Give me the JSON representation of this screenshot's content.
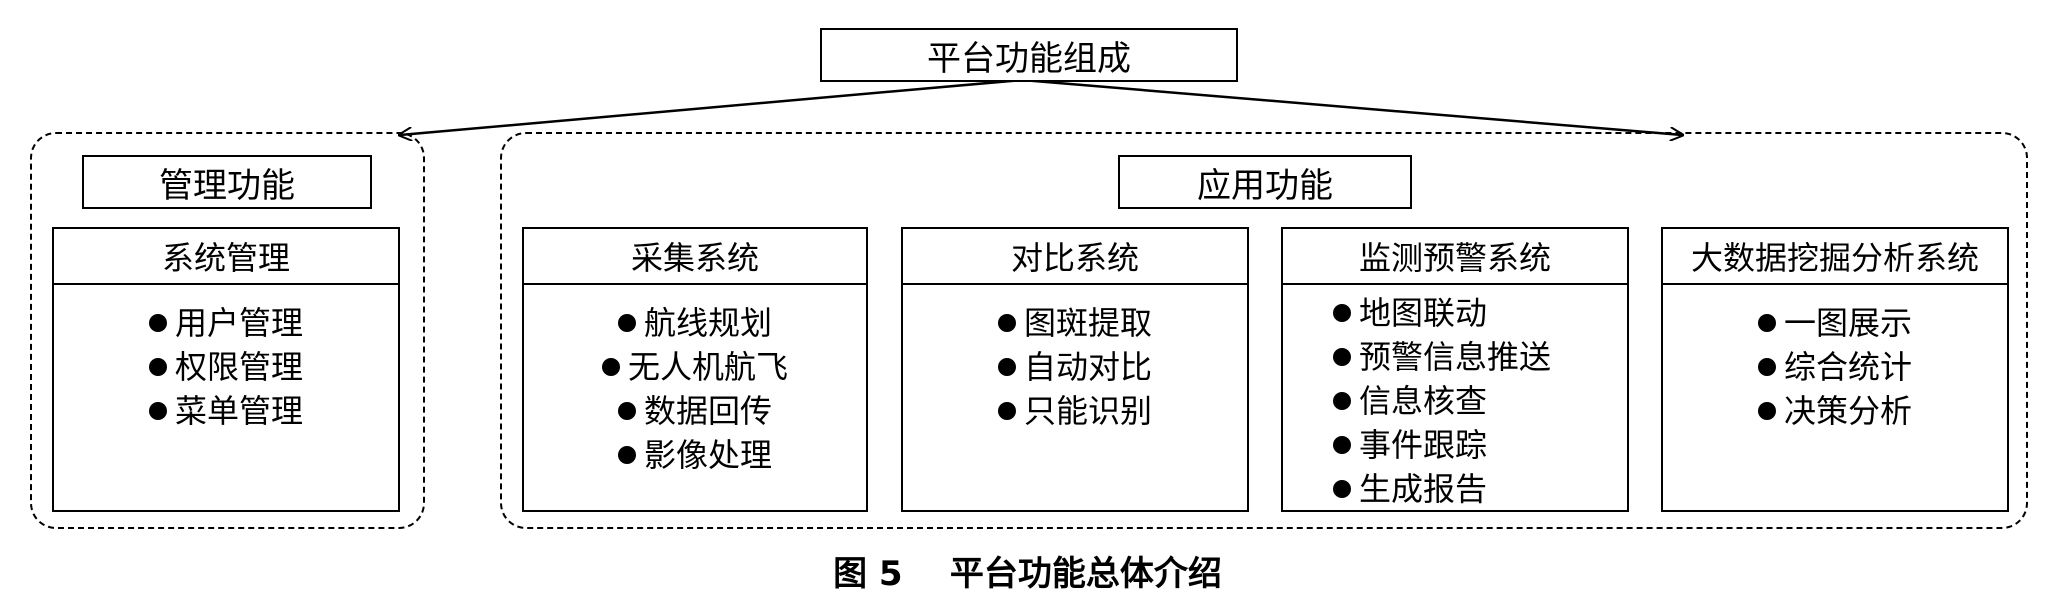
{
  "root": {
    "label": "平台功能组成"
  },
  "management": {
    "label": "管理功能",
    "modules": [
      {
        "title": "系统管理",
        "items": [
          "用户管理",
          "权限管理",
          "菜单管理"
        ]
      }
    ]
  },
  "application": {
    "label": "应用功能",
    "modules": [
      {
        "title": "采集系统",
        "items": [
          "航线规划",
          "无人机航飞",
          "数据回传",
          "影像处理"
        ]
      },
      {
        "title": "对比系统",
        "items": [
          "图斑提取",
          "自动对比",
          "只能识别"
        ]
      },
      {
        "title": "监测预警系统",
        "items": [
          "地图联动",
          "预警信息推送",
          "信息核查",
          "事件跟踪",
          "生成报告"
        ]
      },
      {
        "title": "大数据挖掘分析系统",
        "items": [
          "一图展示",
          "综合统计",
          "决策分析"
        ]
      }
    ]
  },
  "caption": "图 5    平台功能总体介绍"
}
